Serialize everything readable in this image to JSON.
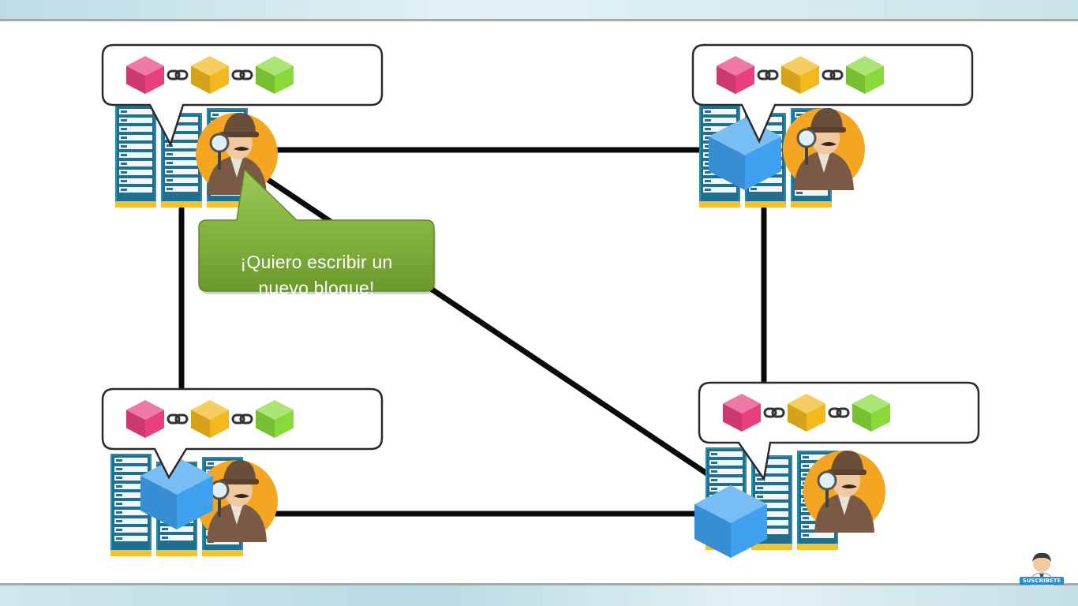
{
  "speech_bubble": {
    "text": "¡Quiero escribir un\nnuevo bloque!"
  },
  "nodes": [
    {
      "id": "top-left",
      "chain": [
        "pink",
        "yellow",
        "green"
      ],
      "speaking": true,
      "pending_block": false
    },
    {
      "id": "top-right",
      "chain": [
        "pink",
        "yellow",
        "green"
      ],
      "speaking": false,
      "pending_block": true
    },
    {
      "id": "bottom-left",
      "chain": [
        "pink",
        "yellow",
        "green"
      ],
      "speaking": false,
      "pending_block": true
    },
    {
      "id": "bottom-right",
      "chain": [
        "pink",
        "yellow",
        "green"
      ],
      "speaking": false,
      "pending_block": true
    }
  ],
  "connections": [
    [
      "top-left",
      "top-right"
    ],
    [
      "top-left",
      "bottom-left"
    ],
    [
      "top-left",
      "bottom-right"
    ],
    [
      "top-right",
      "bottom-right"
    ],
    [
      "bottom-left",
      "bottom-right"
    ]
  ],
  "colors": {
    "block_pink": "#e8407f",
    "block_yellow": "#f2b81c",
    "block_green": "#88d93a",
    "block_blue": "#3fa1f0",
    "bubble_green": "#7fae3a",
    "server_blue": "#2a8cb0",
    "detective_bg": "#f4a623"
  },
  "watermark": {
    "label": "SUSCRIBETE",
    "icon": "subscribe-avatar-icon"
  }
}
